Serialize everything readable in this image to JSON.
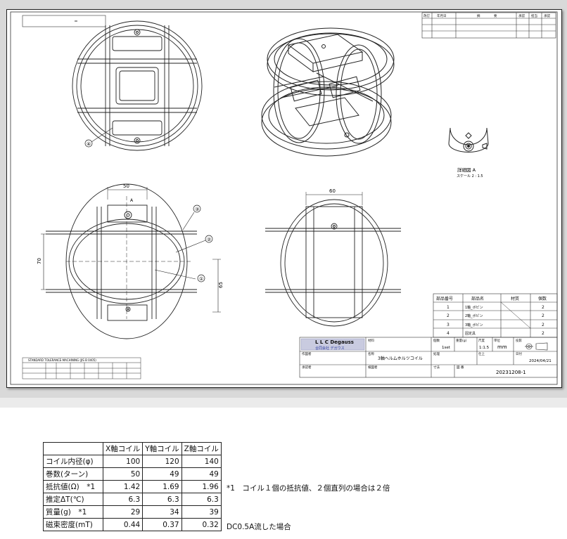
{
  "drawing": {
    "revision_headers": [
      "改訂",
      "年月日",
      "摘",
      "要",
      "承認",
      "担当",
      "承認"
    ],
    "balloons": [
      "④",
      "③",
      "②",
      "①"
    ],
    "dims": {
      "w1": "50",
      "w2": "60",
      "h1": "70",
      "h2": "65"
    },
    "view_label_a": "A",
    "detail_title": "詳細図 A",
    "detail_scale": "スケール 2 : 1.5",
    "parts_headers": [
      "部品番号",
      "部品名",
      "材質",
      "個数"
    ],
    "parts": [
      {
        "no": "1",
        "name": "1軸_ボビン",
        "qty": "2"
      },
      {
        "no": "2",
        "name": "2軸_ボビン",
        "qty": "2"
      },
      {
        "no": "3",
        "name": "3軸_ボビン",
        "qty": "2"
      },
      {
        "no": "4",
        "name": "固定具",
        "qty": "2"
      }
    ],
    "company": "L L C Degauss",
    "company_sub": "合同会社 デガウス",
    "title_block": {
      "material_label": "材料",
      "name_label": "名称",
      "name": "3軸ヘルムホルツコイル",
      "drawer_label": "作図者",
      "approver_label": "承認者",
      "checker_label": "検図者",
      "qty_label": "個数",
      "qty": "1set",
      "mass_label": "重量(g)",
      "scale_label": "尺度",
      "scale": "1:1.5",
      "unit_label": "単位",
      "unit": "mm",
      "projection_label": "投影",
      "date_label": "日付",
      "date": "2024/04/21",
      "treatment_label": "処理",
      "finish_label": "仕上",
      "size_label": "寸法",
      "number_label": "図 番",
      "number": "20231208-1"
    },
    "tolerance_title": "STANDARD TOLERANCE-MACHINING (JIS B 0405)"
  },
  "spec_table": {
    "headers": [
      "",
      "X軸コイル",
      "Y軸コイル",
      "Z軸コイル"
    ],
    "rows": [
      {
        "label": "コイル内径(φ)",
        "values": [
          "100",
          "120",
          "140"
        ]
      },
      {
        "label": "巻数(ターン)",
        "values": [
          "50",
          "49",
          "49"
        ]
      },
      {
        "label": "抵抗値(Ω)　*1",
        "values": [
          "1.42",
          "1.69",
          "1.96"
        ]
      },
      {
        "label": "推定ΔT(℃)",
        "values": [
          "6.3",
          "6.3",
          "6.3"
        ]
      },
      {
        "label": "質量(g)　*1",
        "values": [
          "29",
          "34",
          "39"
        ]
      },
      {
        "label": "磁束密度(mT)",
        "values": [
          "0.44",
          "0.37",
          "0.32"
        ]
      }
    ]
  },
  "notes": {
    "resistance": "*1　コイル１個の抵抗値、２個直列の場合は２倍",
    "flux": "DC0.5A流した場合"
  }
}
